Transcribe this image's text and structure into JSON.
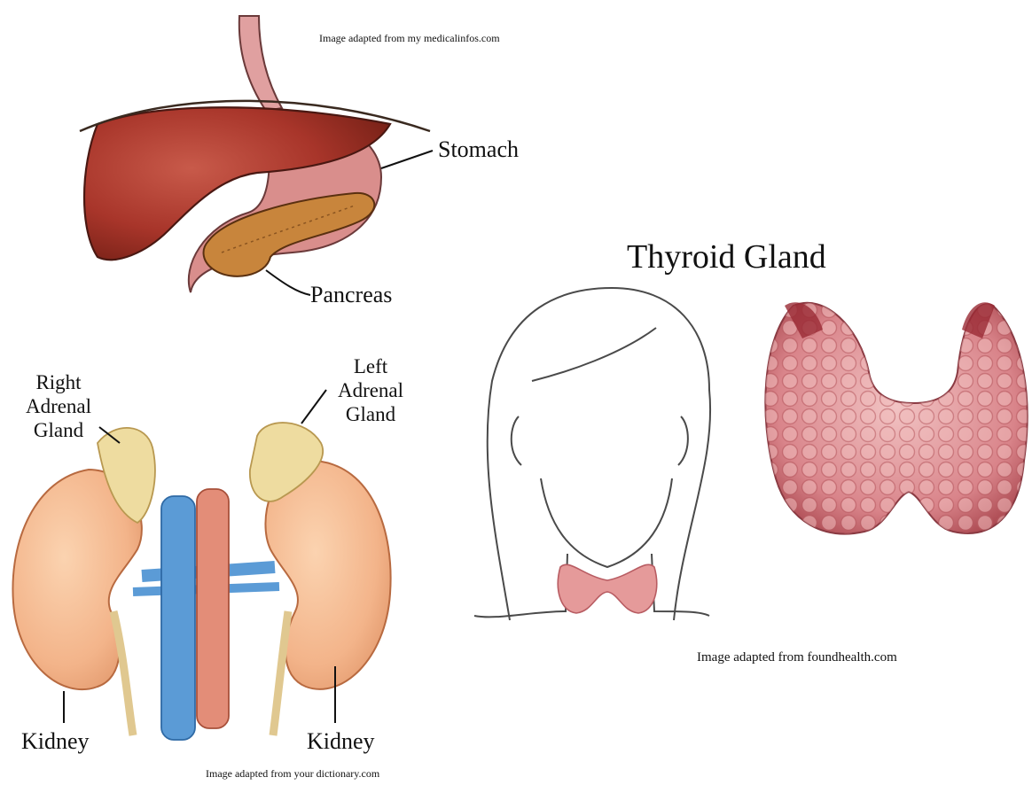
{
  "credits": {
    "top": "Image adapted from my medicalinfos.com",
    "right": "Image adapted from foundhealth.com",
    "bottom": "Image adapted from your dictionary.com"
  },
  "labels": {
    "stomach": "Stomach",
    "pancreas": "Pancreas",
    "right_adrenal": "Right\nAdrenal\nGland",
    "left_adrenal": "Left\nAdrenal\nGland",
    "kidney_left": "Kidney",
    "kidney_right": "Kidney"
  },
  "thyroid": {
    "title": "Thyroid Gland"
  },
  "colors": {
    "liver": "#a8352a",
    "stomach": "#d98e8c",
    "pancreas": "#c8853c",
    "adrenal": "#eedca0",
    "kidney": "#f3b48a",
    "vein": "#5b9bd6",
    "artery": "#e38d78",
    "thyroid": "#d9848a"
  }
}
